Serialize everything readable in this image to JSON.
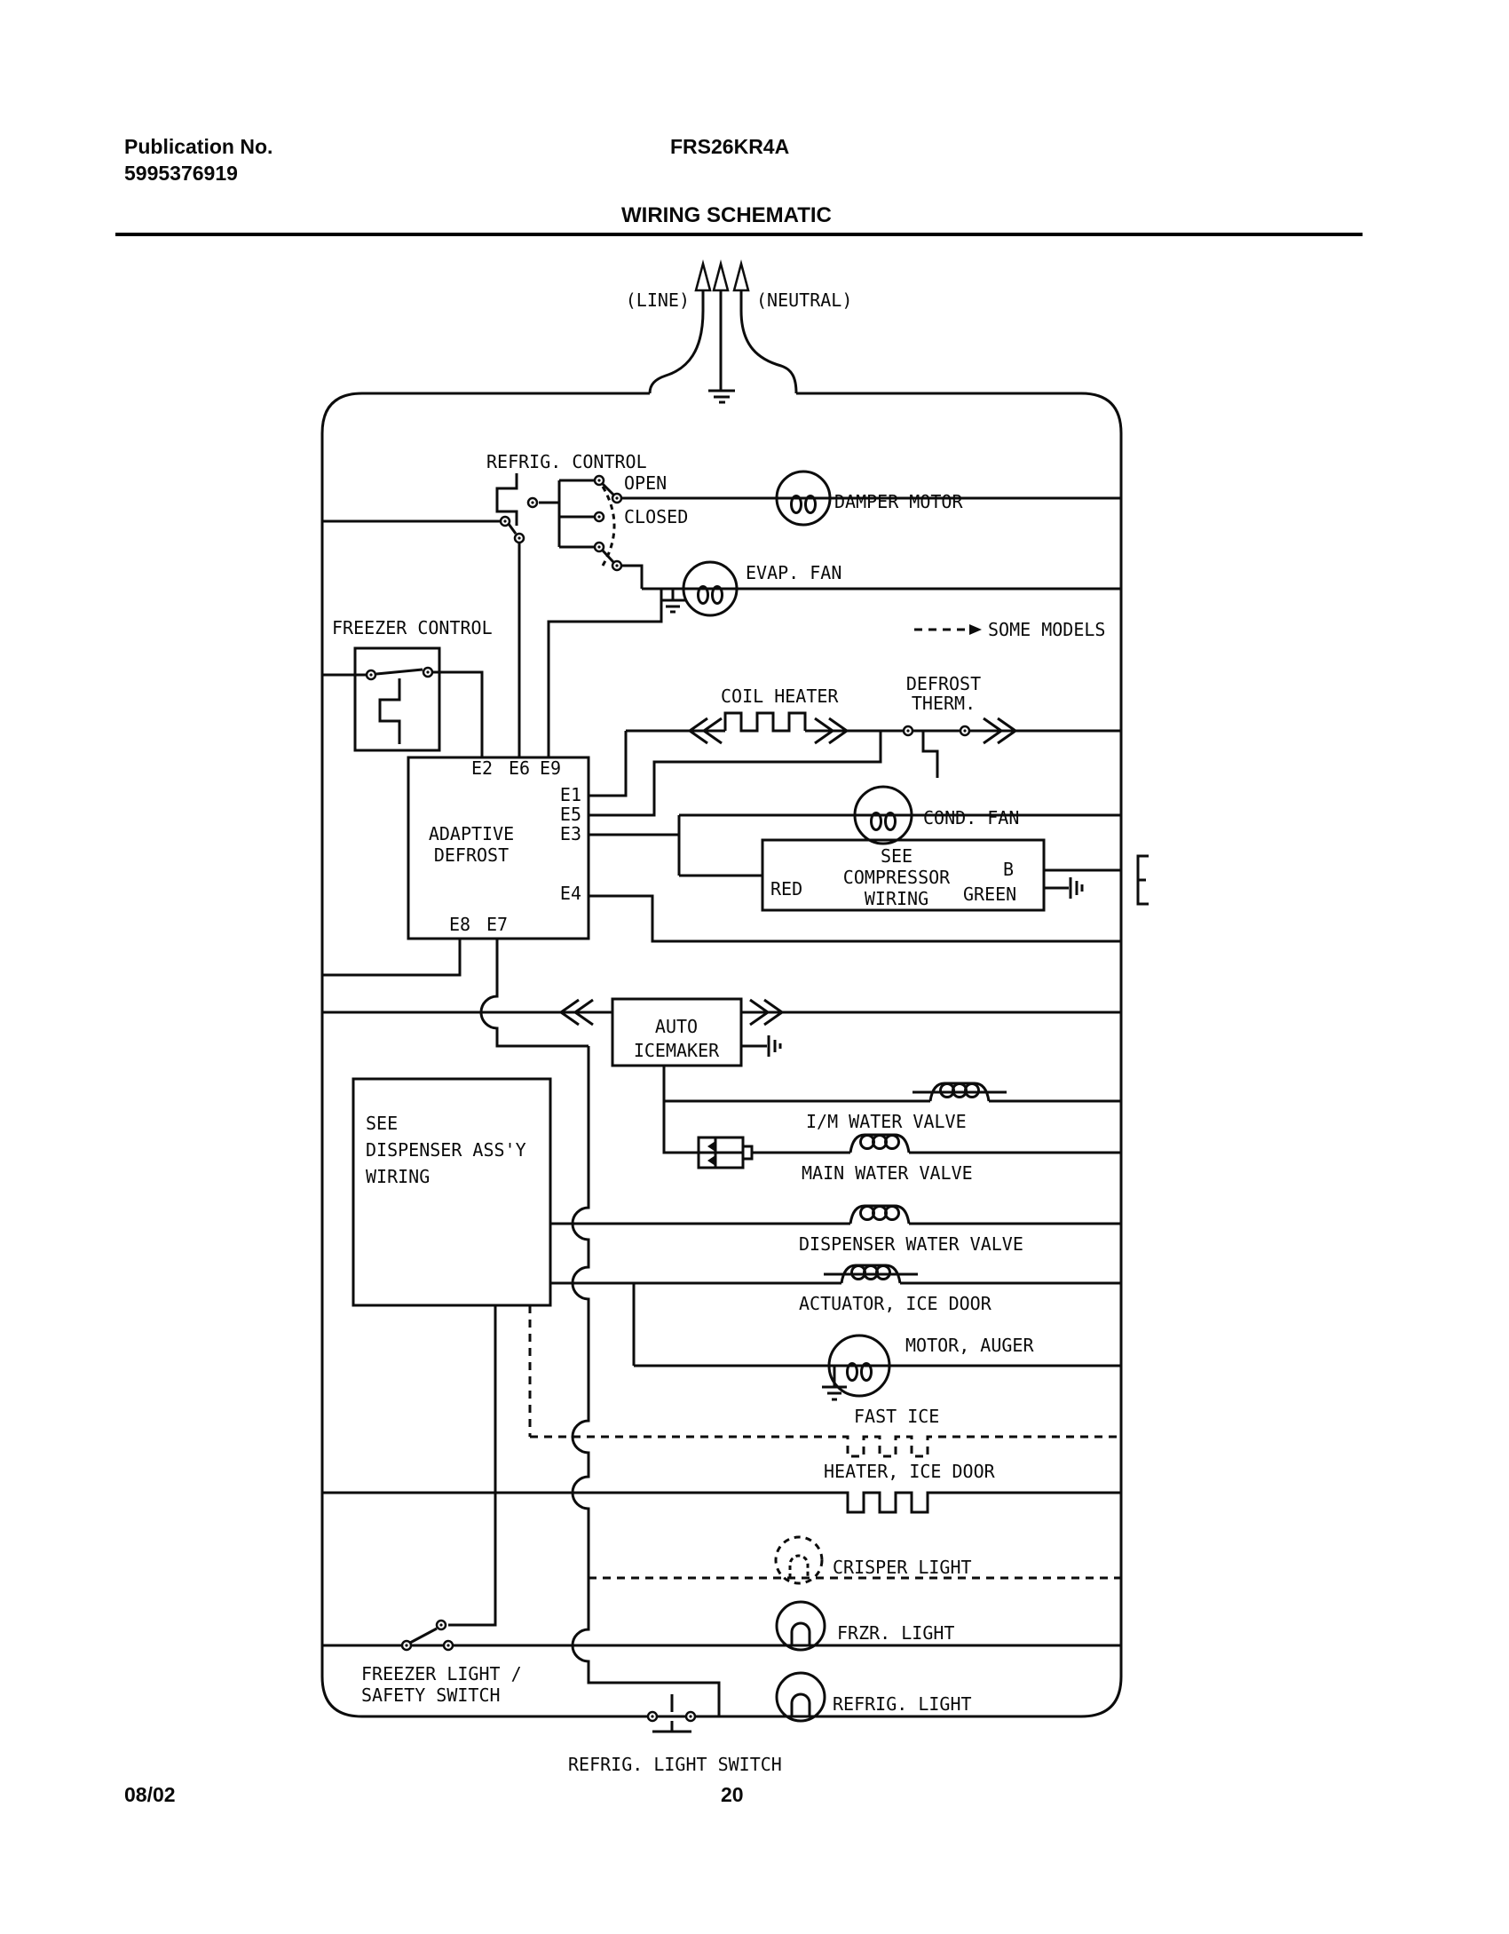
{
  "header": {
    "publication_label": "Publication No.",
    "publication_number": "5995376919",
    "model": "FRS26KR4A",
    "title": "WIRING SCHEMATIC"
  },
  "footer": {
    "date": "08/02",
    "page": "20"
  },
  "colors": {
    "ink": "#0c0c0c",
    "paper": "#ffffff"
  },
  "schematic": {
    "labels": {
      "line": "(LINE)",
      "neutral": "(NEUTRAL)",
      "refrig_control": "REFRIG. CONTROL",
      "open": "OPEN",
      "closed": "CLOSED",
      "damper_motor": "DAMPER MOTOR",
      "evap_fan": "EVAP. FAN",
      "some_models": "SOME MODELS",
      "freezer_control": "FREEZER CONTROL",
      "coil_heater": "COIL HEATER",
      "defrost_therm_1": "DEFROST",
      "defrost_therm_2": "THERM.",
      "adaptive_1": "ADAPTIVE",
      "adaptive_2": "DEFROST",
      "e2": "E2",
      "e6": "E6",
      "e9": "E9",
      "e1": "E1",
      "e5": "E5",
      "e3": "E3",
      "e4": "E4",
      "e8": "E8",
      "e7": "E7",
      "cond_fan": "COND. FAN",
      "compressor_1": "SEE",
      "compressor_2": "COMPRESSOR",
      "compressor_3": "WIRING",
      "red": "RED",
      "b": "B",
      "green": "GREEN",
      "icemaker_1": "AUTO",
      "icemaker_2": "ICEMAKER",
      "im_valve": "I/M WATER VALVE",
      "main_valve": "MAIN WATER VALVE",
      "dispenser_valve": "DISPENSER WATER VALVE",
      "actuator": "ACTUATOR, ICE DOOR",
      "motor_auger": "MOTOR, AUGER",
      "fast_ice": "FAST ICE",
      "heater_ice_door": "HEATER, ICE DOOR",
      "crisper_light": "CRISPER LIGHT",
      "frzr_light": "FRZR. LIGHT",
      "refrig_light": "REFRIG. LIGHT",
      "dispenser_1": "SEE",
      "dispenser_2": "DISPENSER ASS'Y",
      "dispenser_3": "WIRING",
      "freezer_light_1": "FREEZER LIGHT /",
      "freezer_light_2": "SAFETY SWITCH",
      "refrig_light_switch": "REFRIG. LIGHT SWITCH"
    }
  }
}
